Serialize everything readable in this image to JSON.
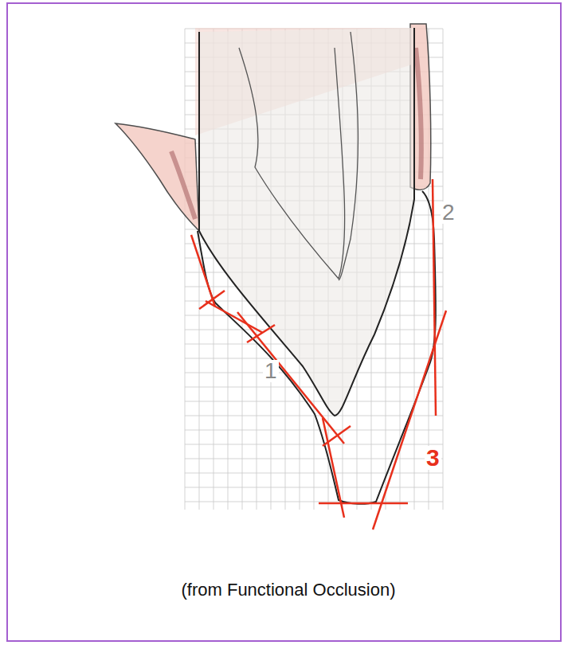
{
  "diagram": {
    "caption": "(from Functional Occlusion)",
    "labels": [
      "1",
      "2",
      "3"
    ]
  }
}
